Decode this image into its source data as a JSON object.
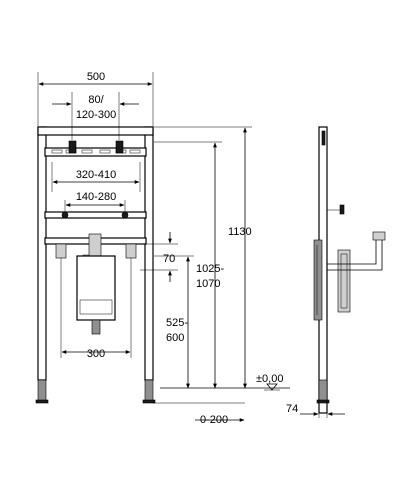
{
  "dimensions": {
    "frame_width": "500",
    "connection_spacing": [
      "80/",
      "120-300"
    ],
    "upper_bracket_spacing": "320-410",
    "lower_bracket_spacing": "140-280",
    "drain_offset": "70",
    "total_height": "1130",
    "top_height": [
      "1025-",
      "1070"
    ],
    "mid_height": [
      "525-",
      "600"
    ],
    "waste_spacing": "300",
    "floor_level": "±0,00",
    "floor_adjust": "0-200",
    "depth": "74"
  }
}
